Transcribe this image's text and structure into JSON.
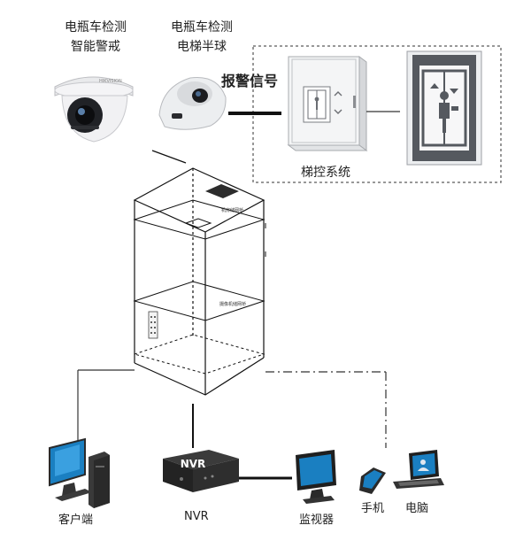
{
  "camera_left": {
    "line1": "电瓶车检测",
    "line2": "智能警戒"
  },
  "camera_right": {
    "line1": "电瓶车检测",
    "line2": "电梯半球"
  },
  "alarm_signal": "报警信号",
  "elevator_control": {
    "label": "梯控系统"
  },
  "shaft": {
    "machine_room_bridge": "机房储网桥",
    "camera_bridge": "摄像机储网桥"
  },
  "devices": {
    "client": "客户端",
    "nvr_box": "NVR",
    "nvr": "NVR",
    "monitor": "监视器",
    "phone": "手机",
    "pc": "电脑"
  },
  "colors": {
    "screen_blue": "#1a7fc1",
    "device_dark": "#2b2b2b",
    "dotted": "#666666",
    "elevator_panel": "#55595f"
  }
}
